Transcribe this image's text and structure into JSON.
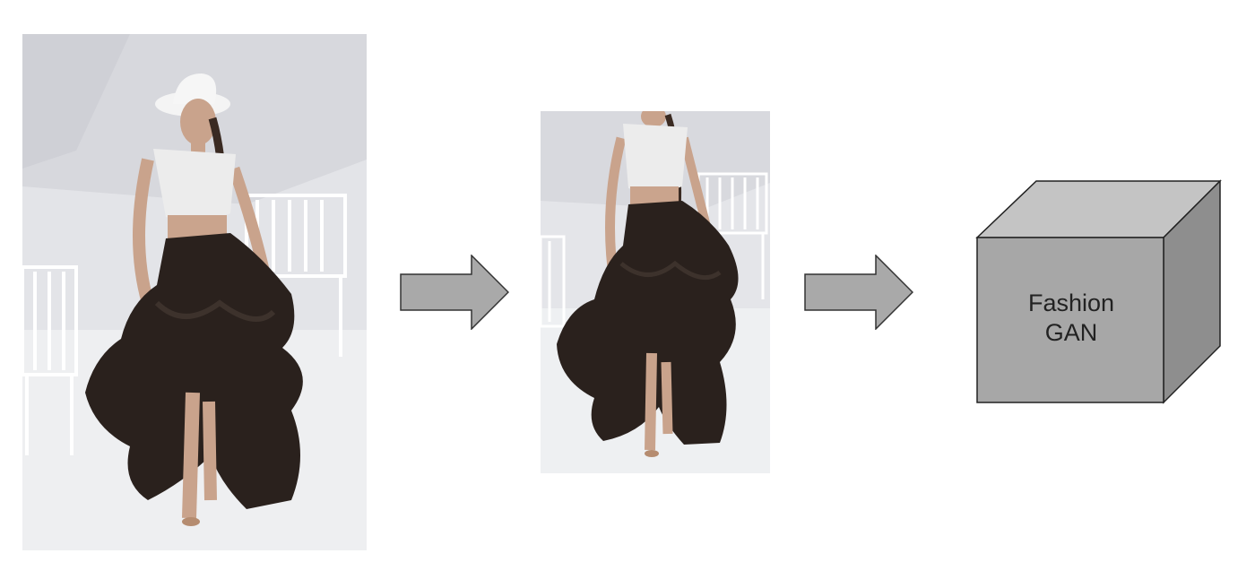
{
  "diagram": {
    "model_block": {
      "label_line1": "Fashion",
      "label_line2": "GAN"
    },
    "colors": {
      "background": "#ffffff",
      "arrow_fill": "#a9a9a9",
      "arrow_stroke": "#333333",
      "cube_front": "#a7a7a7",
      "cube_top": "#c4c4c4",
      "cube_side": "#8e8e8e",
      "skirt": "#2a211d",
      "top_garment": "#ececec",
      "skin": "#caa48d",
      "backdrop": "#e6e7ea"
    },
    "icons": [
      "photo-full-runway",
      "photo-cropped-runway",
      "right-arrow",
      "right-arrow",
      "3d-cube"
    ]
  }
}
